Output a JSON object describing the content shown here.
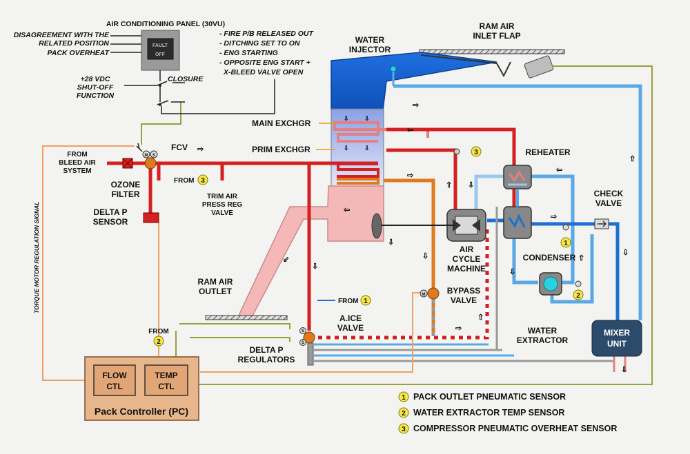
{
  "panel": {
    "title": "AIR CONDITIONING PANEL (30VU)",
    "fault": "FAULT",
    "off": "OFF",
    "inputs": [
      "DISAGREEMENT WITH THE",
      "RELATED POSITION",
      "PACK OVERHEAT"
    ],
    "vdc": [
      "+28 VDC",
      "SHUT-OFF",
      "FUNCTION"
    ],
    "closure": "CLOSURE",
    "conditions": [
      "- FIRE P/B RELEASED OUT",
      "- DITCHING SET TO ON",
      "- ENG STARTING",
      "- OPPOSITE ENG START +",
      "X-BLEED VALVE OPEN"
    ]
  },
  "labels": {
    "water_injector": [
      "WATER",
      "INJECTOR"
    ],
    "ram_air_inlet": [
      "RAM AIR",
      "INLET FLAP"
    ],
    "main_exchgr": "MAIN EXCHGR",
    "prim_exchgr": "PRIM EXCHGR",
    "fcv": "FCV",
    "from_bleed": [
      "FROM",
      "BLEED AIR",
      "SYSTEM"
    ],
    "ozone": [
      "OZONE",
      "FILTER"
    ],
    "from3": "FROM",
    "trim": [
      "TRIM AIR",
      "PRESS REG",
      "VALVE"
    ],
    "delta_p_sensor": [
      "DELTA P",
      "SENSOR"
    ],
    "reheater": "REHEATER",
    "check_valve": [
      "CHECK",
      "VALVE"
    ],
    "acm": [
      "AIR",
      "CYCLE",
      "MACHINE"
    ],
    "condenser": "CONDENSER",
    "bypass": [
      "BYPASS",
      "VALVE"
    ],
    "ram_outlet": [
      "RAM AIR",
      "OUTLET"
    ],
    "from1": "FROM",
    "aice": [
      "A.ICE",
      "VALVE"
    ],
    "water_extractor": [
      "WATER",
      "EXTRACTOR"
    ],
    "mixer": [
      "MIXER",
      "UNIT"
    ],
    "from2": "FROM",
    "delta_p_reg": [
      "DELTA P",
      "REGULATORS"
    ],
    "torque_signal": "TORQUE MOTOR REGULATION SIGNAL",
    "flow_ctl": [
      "FLOW",
      "CTL"
    ],
    "temp_ctl": [
      "TEMP",
      "CTL"
    ],
    "pack_controller": "Pack Controller (PC)",
    "valve_m": "M",
    "valve_s": "S"
  },
  "legend": [
    {
      "num": "1",
      "text": "PACK OUTLET PNEUMATIC SENSOR"
    },
    {
      "num": "2",
      "text": "WATER EXTRACTOR TEMP SENSOR"
    },
    {
      "num": "3",
      "text": "COMPRESSOR PNEUMATIC OVERHEAT SENSOR"
    }
  ],
  "colors": {
    "hot": "#d42020",
    "warm": "#e07a1e",
    "cold": "#1e6fd0",
    "cool": "#5aa9e6",
    "pink": "#f4b8b8",
    "ctl_signal": "#f0a060",
    "sense_line": "#9aa03a",
    "badge": "#f6e64a",
    "controller": "#e7b68b",
    "mixer": "#2c4a6a"
  }
}
